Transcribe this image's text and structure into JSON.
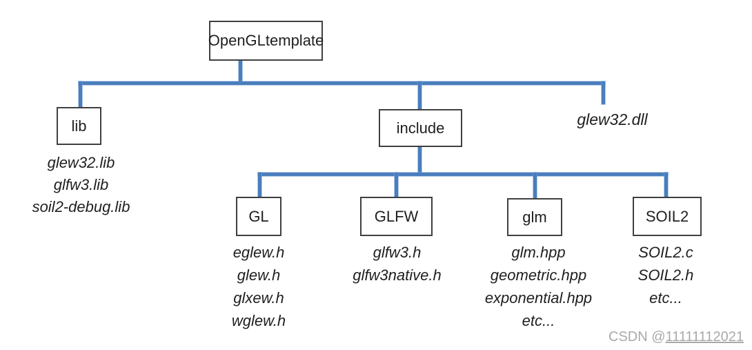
{
  "diagram": {
    "title_node": {
      "label": "OpenGLtemplate"
    },
    "lib": {
      "label": "lib",
      "files": [
        "glew32.lib",
        "glfw3.lib",
        "soil2-debug.lib"
      ]
    },
    "include": {
      "label": "include"
    },
    "loose_file": {
      "label": "glew32.dll"
    },
    "gl": {
      "label": "GL",
      "files": [
        "eglew.h",
        "glew.h",
        "glxew.h",
        "wglew.h"
      ]
    },
    "glfw": {
      "label": "GLFW",
      "files": [
        "glfw3.h",
        "glfw3native.h"
      ]
    },
    "glm": {
      "label": "glm",
      "files": [
        "glm.hpp",
        "geometric.hpp",
        "exponential.hpp",
        "etc..."
      ]
    },
    "soil2": {
      "label": "SOIL2",
      "files": [
        "SOIL2.c",
        "SOIL2.h",
        "etc..."
      ]
    },
    "colors": {
      "connector": "#4a7ebc",
      "box_border": "#3f3f3f",
      "text": "#1f1f1f",
      "watermark": "#a9a9a9"
    }
  },
  "watermark": {
    "prefix": "CSDN @",
    "id": "11111112021"
  }
}
